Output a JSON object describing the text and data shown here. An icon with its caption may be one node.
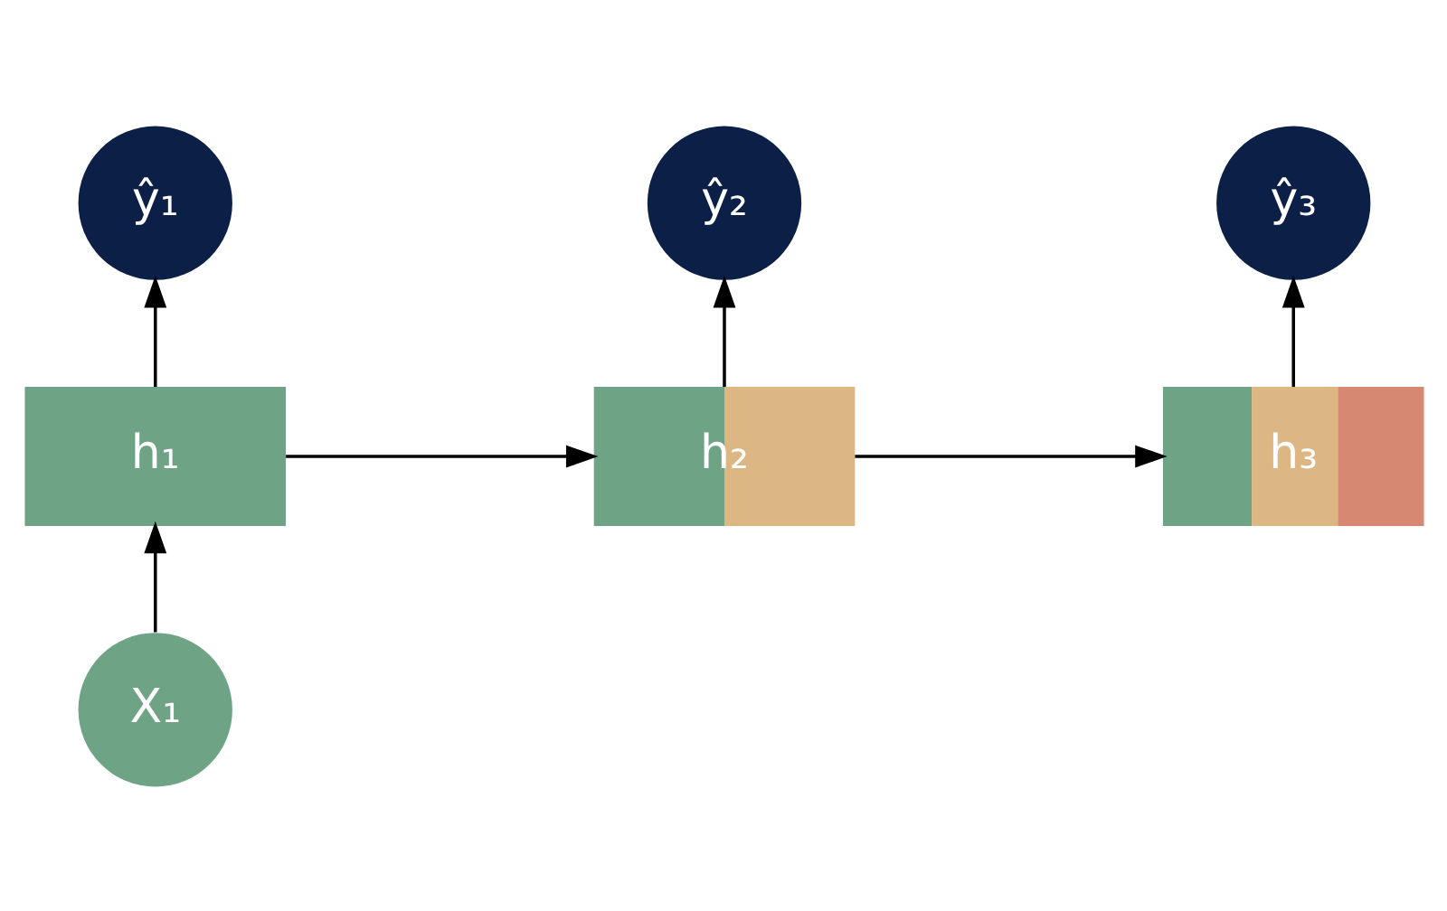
{
  "diagram": {
    "nodes": [
      {
        "text": [
          "ŷ₁"
        ]
      },
      {
        "text": [
          "ŷ₂"
        ]
      },
      {
        "text": [
          "ŷ₃"
        ]
      },
      {
        "text": [
          "h₁"
        ]
      },
      {
        "text": [
          "h₂"
        ]
      },
      {
        "text": [
          "h₃"
        ]
      },
      {
        "text": [
          "X₁"
        ]
      }
    ],
    "edges": [
      {
        "from": 6,
        "to": 3,
        "arrow": "to"
      },
      {
        "from": 3,
        "to": 0,
        "arrow": "to"
      },
      {
        "from": 3,
        "to": 4,
        "arrow": "to"
      },
      {
        "from": 4,
        "to": 1,
        "arrow": "to"
      },
      {
        "from": 4,
        "to": 5,
        "arrow": "to"
      },
      {
        "from": 5,
        "to": 2,
        "arrow": "to"
      }
    ]
  }
}
